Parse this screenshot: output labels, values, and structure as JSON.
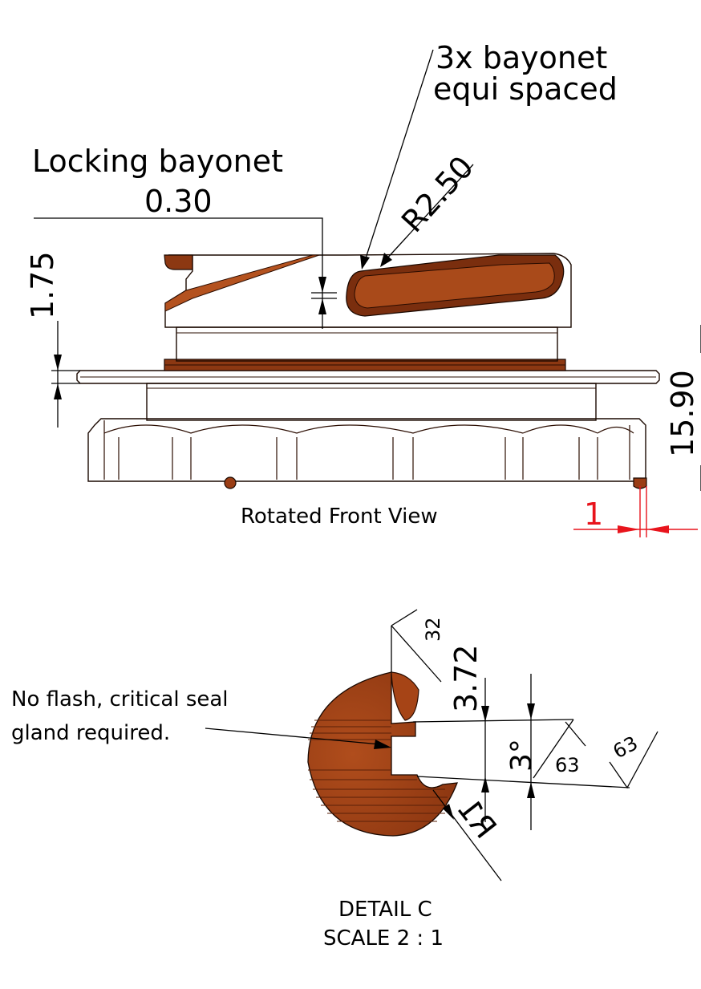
{
  "annotations": {
    "bayonet_note_line1": "3x bayonet",
    "bayonet_note_line2": "equi spaced",
    "locking_bayonet_label": "Locking bayonet",
    "flash_note_line1": "No flash, critical seal",
    "flash_note_line2": "gland required."
  },
  "dimensions": {
    "locking_bayonet_value": "0.30",
    "bayonet_radius": "R2.50",
    "flange_thickness": "1.75",
    "overall_height": "15.90",
    "offset_red": "1",
    "detail_depth": "3.72",
    "detail_angle": "3°",
    "detail_radius": "R1",
    "finish_top": "32",
    "finish_mid": "63",
    "finish_right": "63"
  },
  "views": {
    "front_view_label": "Rotated Front View",
    "detail_label": "DETAIL C",
    "detail_scale": "SCALE 2 : 1"
  },
  "colors": {
    "part_body": "#9a3d14",
    "part_shadow": "#6e2a0c",
    "part_highlight": "#b4521f",
    "dimension_line": "#000000",
    "reference_dimension": "#e8141c"
  }
}
